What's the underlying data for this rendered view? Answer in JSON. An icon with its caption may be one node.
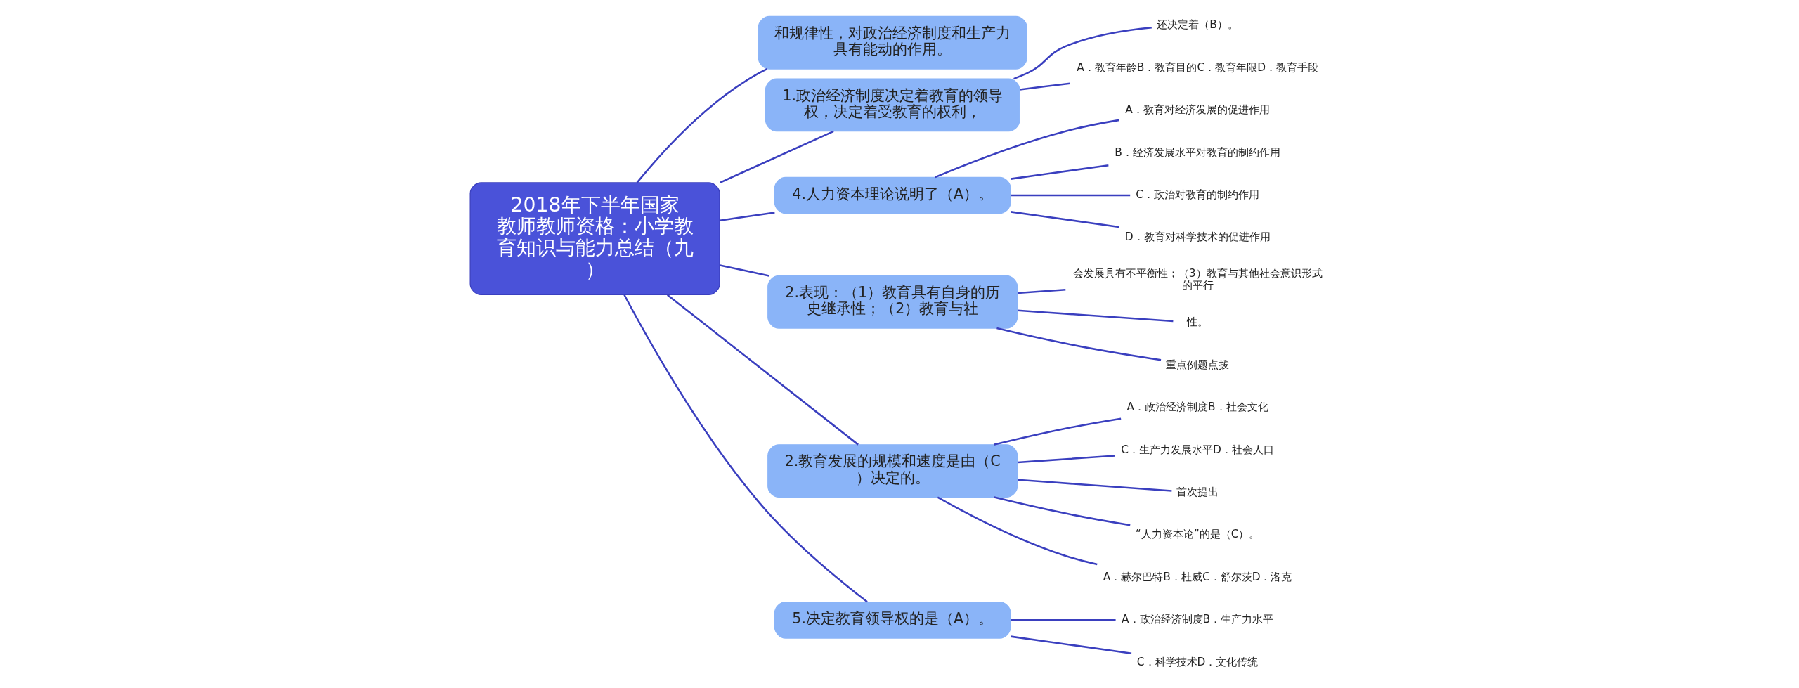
{
  "diagram": {
    "nodes": [
      {
        "text": [
          "2018年下半年国家教师教师资格：小学教育知识与能力总结（九）"
        ]
      },
      {
        "text": [
          "和规律性，对政治经济制度和生产力具有能动的作用。"
        ]
      },
      {
        "text": [
          "1.政治经济制度决定着教育的领导权，决定着受教育的权利，"
        ]
      },
      {
        "text": [
          "还决定着（B）。"
        ]
      },
      {
        "text": [
          "A．教育年龄B．教育目的C．教育年限D．教育手段"
        ]
      },
      {
        "text": [
          "4.人力资本理论说明了（A）。"
        ]
      },
      {
        "text": [
          "A．教育对经济发展的促进作用"
        ]
      },
      {
        "text": [
          "B．经济发展水平对教育的制约作用"
        ]
      },
      {
        "text": [
          "C．政治对教育的制约作用"
        ]
      },
      {
        "text": [
          "D．教育对科学技术的促进作用"
        ]
      },
      {
        "text": [
          "2.表现：（1）教育具有自身的历史继承性；（2）教育与社"
        ]
      },
      {
        "text": [
          "会发展具有不平衡性；（3）教育与其他社会意识形式的平行"
        ]
      },
      {
        "text": [
          "性。"
        ]
      },
      {
        "text": [
          "重点例题点拨"
        ]
      },
      {
        "text": [
          "2.教育发展的规模和速度是由（C）决定的。"
        ]
      },
      {
        "text": [
          "A．政治经济制度B．社会文化"
        ]
      },
      {
        "text": [
          "C．生产力发展水平D．社会人口"
        ]
      },
      {
        "text": [
          "首次提出"
        ]
      },
      {
        "text": [
          "“人力资本论”的是（C）。"
        ]
      },
      {
        "text": [
          "A．赫尔巴特B．杜威C．舒尔茨D．洛克"
        ]
      },
      {
        "text": [
          "5.决定教育领导权的是（A）。"
        ]
      },
      {
        "text": [
          "A．政治经济制度B．生产力水平"
        ]
      },
      {
        "text": [
          "C．科学技术D．文化传统"
        ]
      }
    ],
    "edges": [
      {
        "from": 0,
        "to": 1,
        "arrow": "none"
      },
      {
        "from": 0,
        "to": 2,
        "arrow": "none"
      },
      {
        "from": 2,
        "to": 3,
        "arrow": "none"
      },
      {
        "from": 2,
        "to": 4,
        "arrow": "none"
      },
      {
        "from": 0,
        "to": 5,
        "arrow": "none"
      },
      {
        "from": 5,
        "to": 6,
        "arrow": "none"
      },
      {
        "from": 5,
        "to": 7,
        "arrow": "none"
      },
      {
        "from": 5,
        "to": 8,
        "arrow": "none"
      },
      {
        "from": 5,
        "to": 9,
        "arrow": "none"
      },
      {
        "from": 0,
        "to": 10,
        "arrow": "none"
      },
      {
        "from": 10,
        "to": 11,
        "arrow": "none"
      },
      {
        "from": 10,
        "to": 12,
        "arrow": "none"
      },
      {
        "from": 10,
        "to": 13,
        "arrow": "none"
      },
      {
        "from": 0,
        "to": 14,
        "arrow": "none"
      },
      {
        "from": 14,
        "to": 15,
        "arrow": "none"
      },
      {
        "from": 14,
        "to": 16,
        "arrow": "none"
      },
      {
        "from": 14,
        "to": 17,
        "arrow": "none"
      },
      {
        "from": 14,
        "to": 18,
        "arrow": "none"
      },
      {
        "from": 14,
        "to": 19,
        "arrow": "none"
      },
      {
        "from": 0,
        "to": 20,
        "arrow": "none"
      },
      {
        "from": 20,
        "to": 21,
        "arrow": "none"
      },
      {
        "from": 20,
        "to": 22,
        "arrow": "none"
      }
    ]
  }
}
